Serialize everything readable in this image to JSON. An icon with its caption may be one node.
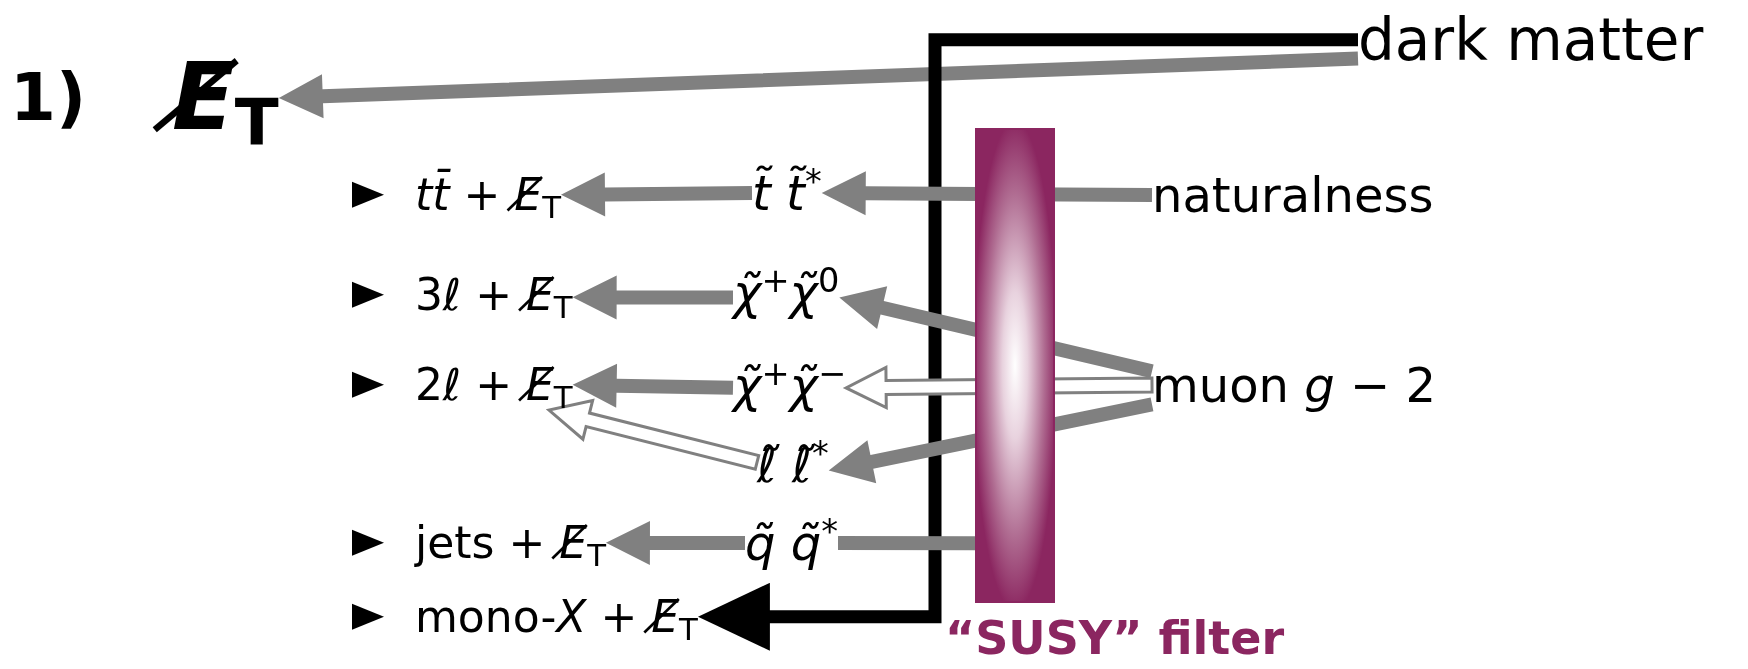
{
  "diagram": {
    "nodes": [
      {
        "text": [
          "*E̸*$_{T}$"
        ]
      },
      {
        "text": [
          "dark matter"
        ]
      },
      {
        "text": [
          "*tt̄* + *E̸*$_{T}$"
        ]
      },
      {
        "text": [
          "3ℓ + *E̸*$_{T}$"
        ]
      },
      {
        "text": [
          "2ℓ + *E̸*$_{T}$"
        ]
      },
      {
        "text": [
          "jets + *E̸*$_{T}$"
        ]
      },
      {
        "text": [
          "mono-*X* + *E̸*$_{T}$"
        ]
      },
      {
        "text": [
          "*t̃* *t̃*$^{*}$"
        ]
      },
      {
        "text": [
          "*χ̃*$^{+}$*χ̃*$^{0}$"
        ]
      },
      {
        "text": [
          "*χ̃*$^{+}$*χ̃*$^{−}$"
        ]
      },
      {
        "text": [
          "*ℓ̃* *ℓ̃*$^{*}$"
        ]
      },
      {
        "text": [
          "*q̃* *q̃*$^{*}$"
        ]
      },
      {
        "text": [
          "naturalness"
        ]
      },
      {
        "text": [
          "muon *g* − 2"
        ]
      },
      {
        "text": [],
        "shape": "bar",
        "beside": [
          "“SUSY” filter"
        ]
      }
    ],
    "edges": [
      {
        "from": 1,
        "to": 0,
        "arrow": "to"
      },
      {
        "from": 1,
        "to": 6,
        "arrow": "to",
        "color": "#000000"
      },
      {
        "from": 12,
        "to": 7,
        "arrow": "to"
      },
      {
        "from": 13,
        "to": 8,
        "arrow": "to"
      },
      {
        "from": 13,
        "to": 9,
        "arrow": "to"
      },
      {
        "from": 13,
        "to": 10,
        "arrow": "to"
      },
      {
        "from": 7,
        "to": 2,
        "arrow": "to"
      },
      {
        "from": 8,
        "to": 3,
        "arrow": "to"
      },
      {
        "from": 9,
        "to": 4,
        "arrow": "to"
      },
      {
        "from": 10,
        "to": 4,
        "arrow": "to"
      },
      {
        "from": 14,
        "to": 11,
        "arrow": "none"
      },
      {
        "from": 11,
        "to": 5,
        "arrow": "to"
      }
    ],
    "labels": [
      "1)"
    ]
  }
}
